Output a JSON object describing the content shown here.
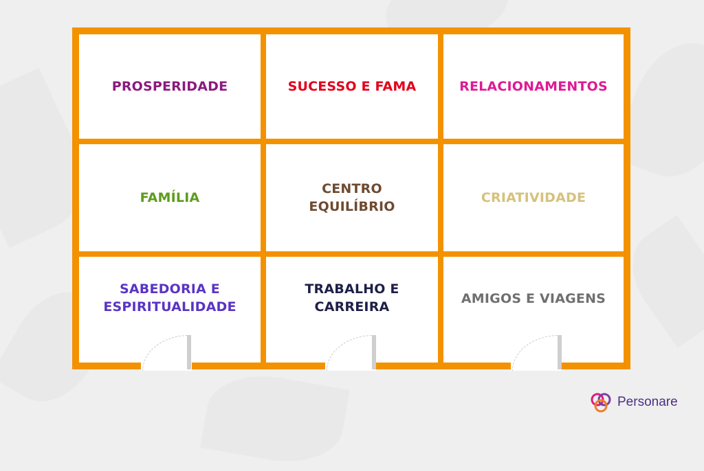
{
  "areas": [
    {
      "label": "PROSPERIDADE",
      "color": "#8b1a7e"
    },
    {
      "label": "SUCESSO E FAMA",
      "color": "#e3001b"
    },
    {
      "label": "RELACIONAMENTOS",
      "color": "#de1a95"
    },
    {
      "label": "FAMÍLIA",
      "color": "#5d9c1d"
    },
    {
      "label": "CENTRO\nEQUILÍBRIO",
      "color": "#6e4a2f"
    },
    {
      "label": "CRIATIVIDADE",
      "color": "#d6c17c"
    },
    {
      "label": "SABEDORIA E\nESPIRITUALIDADE",
      "color": "#5a34c4"
    },
    {
      "label": "TRABALHO E\nCARREIRA",
      "color": "#1e1f47"
    },
    {
      "label": "AMIGOS E VIAGENS",
      "color": "#6f6f6f"
    }
  ],
  "brand": {
    "name": "Personare",
    "color": "#4b2f86"
  },
  "frame_color": "#f39200"
}
